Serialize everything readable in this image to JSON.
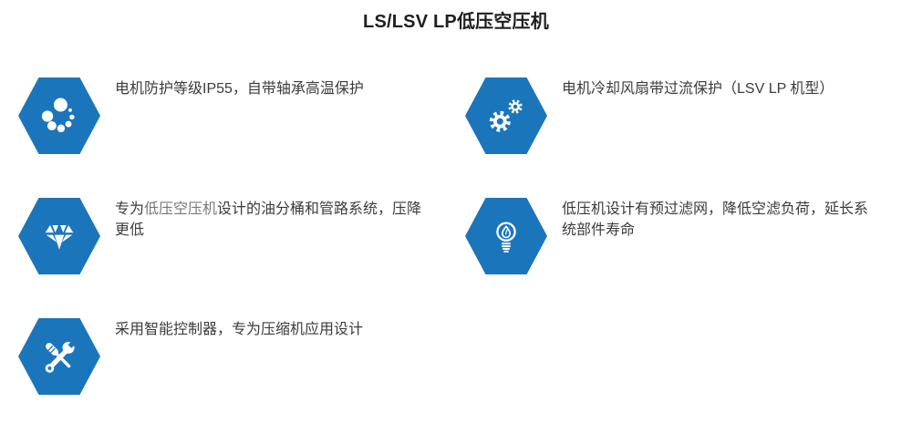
{
  "page": {
    "title": "LS/LSV LP低压空压机"
  },
  "colors": {
    "hexagon_blue": "#1b75bb",
    "icon_white": "#ffffff",
    "body_text": "#3b3b3b",
    "muted_link_text": "#77787a",
    "title_text": "#1f1f1f"
  },
  "features": [
    {
      "icon": "bubbles-icon",
      "text": "电机防护等级IP55，自带轴承高温保护"
    },
    {
      "icon": "gears-icon",
      "text": "电机冷却风扇带过流保护（LSV LP 机型）"
    },
    {
      "icon": "gem-icon",
      "text_prefix": "专为",
      "text_link": "低压空压机",
      "text_suffix": "设计的油分桶和管路系统，压降更低"
    },
    {
      "icon": "bulb-icon",
      "text": "低压机设计有预过滤网，降低空滤负荷，延长系统部件寿命"
    },
    {
      "icon": "tools-icon",
      "text": "采用智能控制器，专为压缩机应用设计"
    }
  ]
}
